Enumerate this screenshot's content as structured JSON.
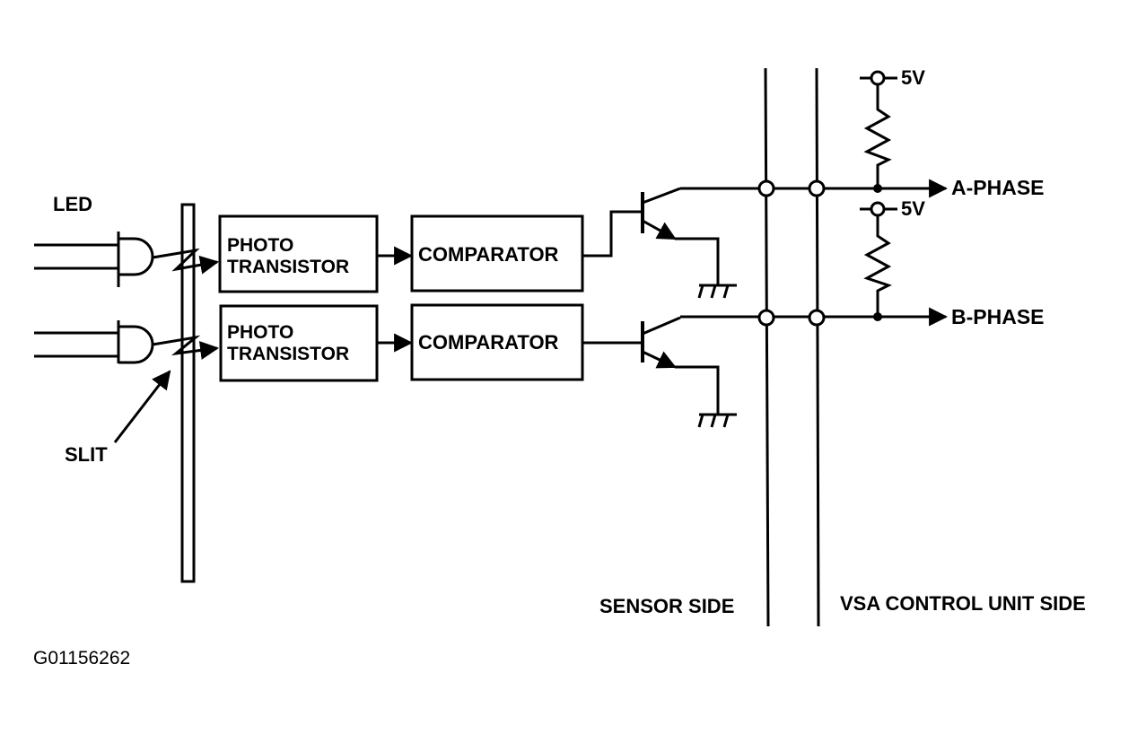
{
  "labels": {
    "led": "LED",
    "slit": "SLIT",
    "five_v_a": "5V",
    "five_v_b": "5V",
    "a_phase": "A-PHASE",
    "b_phase": "B-PHASE",
    "sensor_side": "SENSOR SIDE",
    "control_unit_side": "VSA CONTROL UNIT SIDE",
    "figure_id": "G01156262"
  },
  "channels": [
    {
      "photo_line1": "PHOTO",
      "photo_line2": "TRANSISTOR",
      "comparator": "COMPARATOR"
    },
    {
      "photo_line1": "PHOTO",
      "photo_line2": "TRANSISTOR",
      "comparator": "COMPARATOR"
    }
  ]
}
